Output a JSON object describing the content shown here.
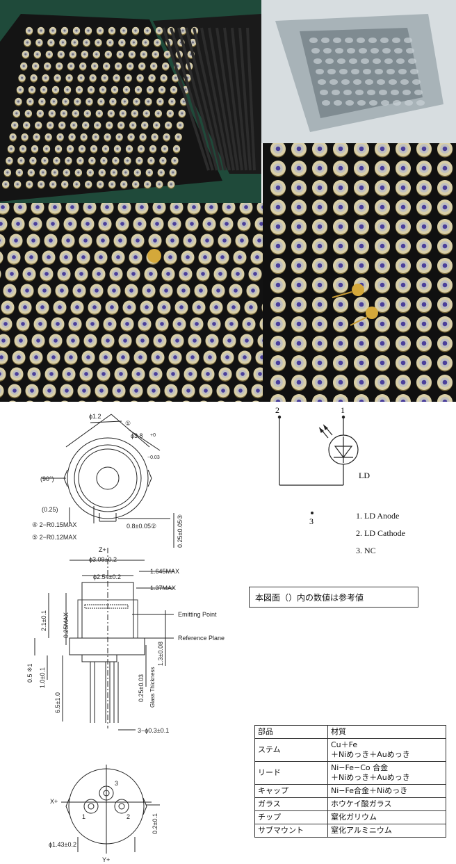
{
  "photos": [
    {
      "name": "tray-photo",
      "bg": "#1a1a1a"
    },
    {
      "name": "vacuum-bag-photo",
      "bg": "#cfd6da"
    },
    {
      "name": "tray-closeup-left",
      "bg": "#141414"
    },
    {
      "name": "tray-closeup-right",
      "bg": "#141414"
    }
  ],
  "drawing": {
    "top_view": {
      "phi_1_2": "ϕ1.2",
      "circled_1": "①",
      "phi_3_8": "ϕ3.8",
      "tol_3_8_plus": "+0",
      "tol_3_8_minus": "−0.03",
      "angle_90": "(90°)",
      "dim_025": "(0.25)",
      "r015": "④ 2−R0.15MAX",
      "r012": "⑤ 2−R0.12MAX",
      "d08": "0.8±0.05②",
      "d025_3": "0.25±0.05③"
    },
    "side_view": {
      "zplus": "Z+",
      "phi_309": "ϕ3.09±0.2",
      "phi_254": "ϕ2.54±0.2",
      "d1645": "1.645MAX",
      "d137": "1.37MAX",
      "d21": "2.1±0.1",
      "d025max": "0.25MAX",
      "emitting": "Emitting Point",
      "reference": "Reference Plane",
      "d05": "0.5 ※1",
      "d10": "1.0±0.1",
      "d65": "6.5±1.0",
      "d13": "1.3±0.08",
      "d025glass": "0.25±0.03",
      "glass": "Glass Thickness",
      "pins": "3−ϕ0.3±0.1"
    },
    "bottom_view": {
      "xplus": "X+",
      "yplus": "Y+",
      "pin1": "1",
      "pin2": "2",
      "pin3": "3",
      "d02": "0.2±0.1",
      "phi_143": "ϕ1.43±0.2"
    },
    "schematic": {
      "pin2": "2",
      "pin1": "1",
      "pin3": "3",
      "ld": "LD"
    },
    "pin_list": [
      "1. LD Anode",
      "2. LD Cathode",
      "3. NC"
    ],
    "note": "本図面（）内の数値は参考値",
    "materials": [
      [
        "部品",
        "材質"
      ],
      [
        "ステム",
        "Cu＋Fe\n＋Niめっき＋Auめっき"
      ],
      [
        "リード",
        "Ni−Fe−Co 合金\n＋Niめっき＋Auめっき"
      ],
      [
        "キャップ",
        "Ni−Fe合金＋Niめっき"
      ],
      [
        "ガラス",
        "ホウケイ酸ガラス"
      ],
      [
        "チップ",
        "窒化ガリウム"
      ],
      [
        "サブマウント",
        "窒化アルミニウム"
      ]
    ]
  }
}
